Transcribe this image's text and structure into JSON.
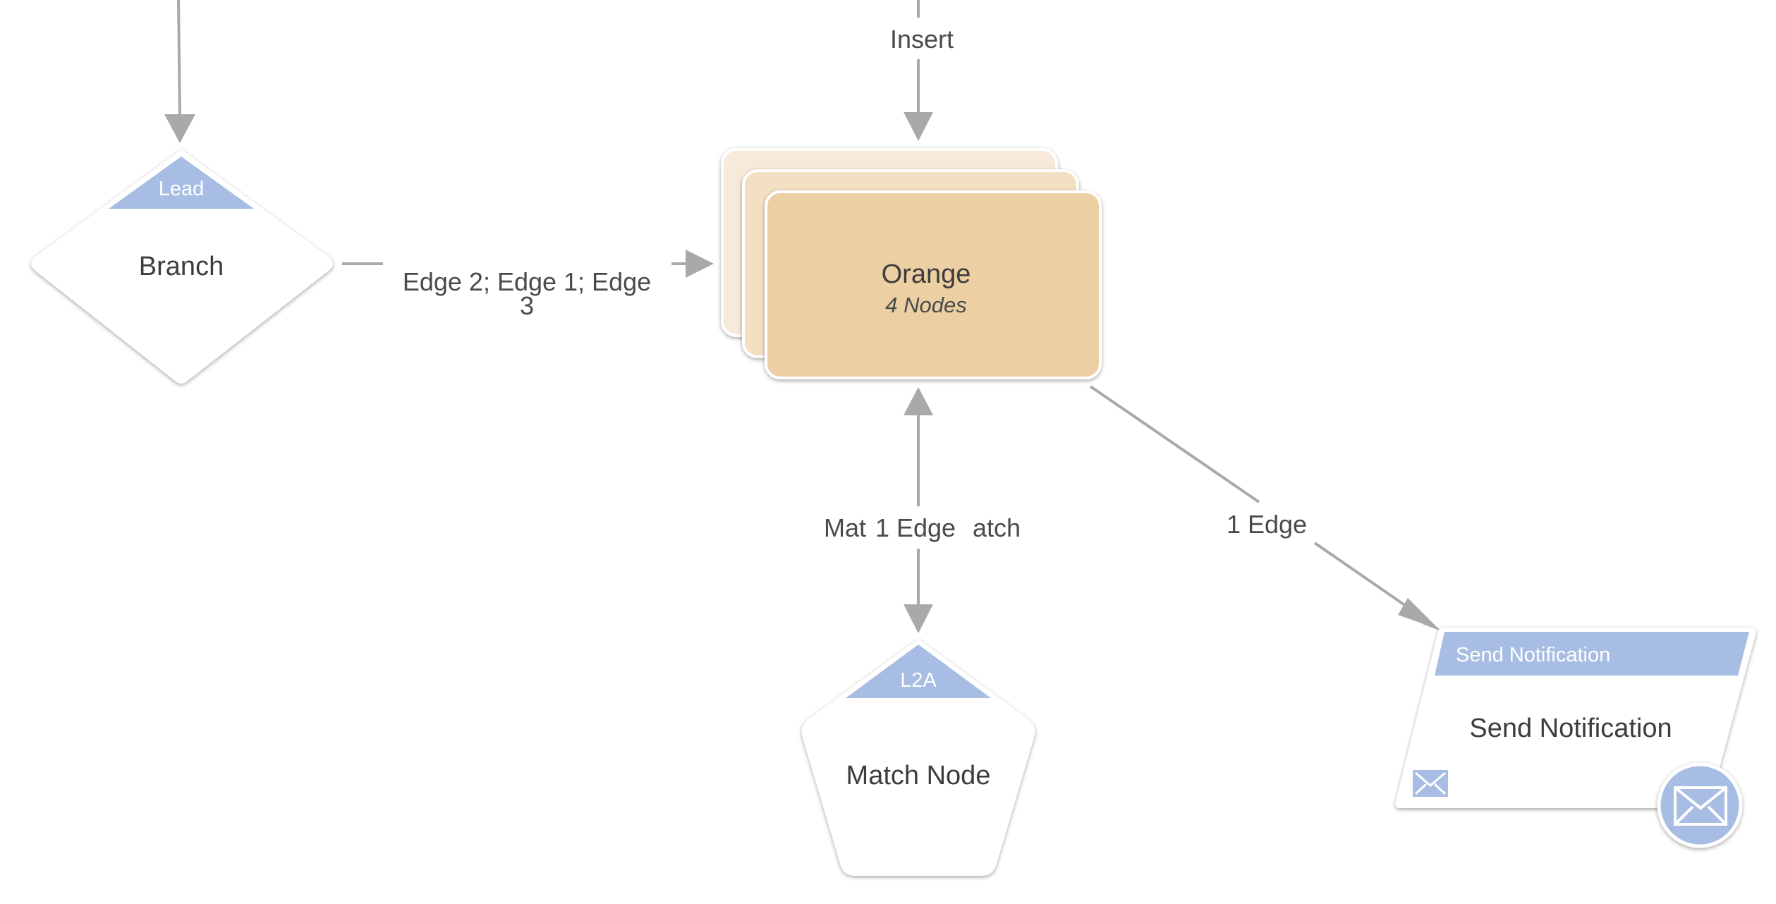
{
  "nodes": {
    "branch": {
      "badge": "Lead",
      "title": "Branch"
    },
    "group": {
      "title": "Orange",
      "subtitle": "4 Nodes"
    },
    "match": {
      "badge": "L2A",
      "title": "Match Node"
    },
    "notify": {
      "header": "Send Notification",
      "title": "Send Notification",
      "icon": "envelope-icon"
    }
  },
  "edges": {
    "insert": "Insert",
    "branch_to_group_line1": "Edge 2; Edge 1; Edge",
    "branch_to_group_line2": "3",
    "match_left": "Mat",
    "match_center": "1 Edge",
    "match_right": "atch",
    "group_to_notify": "1 Edge"
  },
  "colors": {
    "edge": "#a9a9a9",
    "badge": "#a7bde3",
    "group_front": "#edcfa4",
    "group_mid": "#f3dfc2",
    "group_back": "#f8eadb",
    "node_fill": "#ffffff"
  }
}
